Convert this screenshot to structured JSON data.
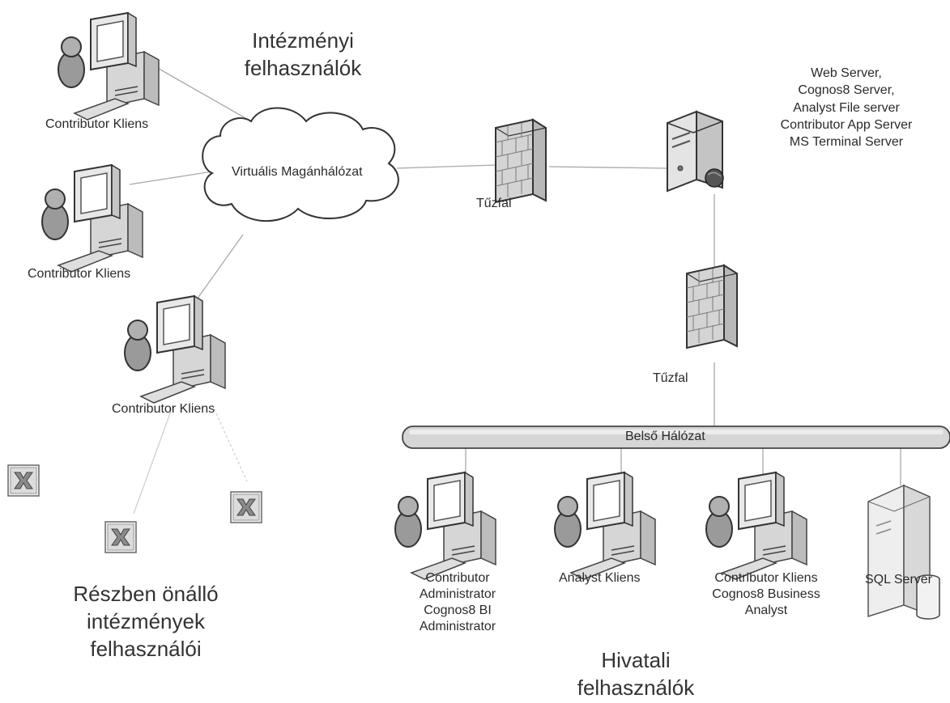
{
  "labels": {
    "inst_title_1": "Intézményi",
    "inst_title_2": "felhasználók",
    "client_a": "Contributor Kliens",
    "client_b": "Contributor Kliens",
    "client_c": "Contributor Kliens",
    "vpn": "Virtuális Magánhálózat",
    "firewall_1": "Tűzfal",
    "firewall_2": "Tűzfal",
    "server_roles": [
      "Web Server,",
      "Cognos8 Server,",
      "Analyst File server",
      "Contributor App Server",
      "MS Terminal Server"
    ],
    "internal_network": "Belső Hálózat",
    "office_1": "Contributor\nAdministrator\nCognos8 BI\nAdministrator",
    "office_2": "Analyst Kliens",
    "office_3": "Contributor Kliens\nCognos8 Business\nAnalyst",
    "sql": "SQL Server",
    "partial_1": "Részben önálló",
    "partial_2": "intézmények",
    "partial_3": "felhasználói",
    "office_title_1": "Hivatali",
    "office_title_2": "felhasználók"
  },
  "icons": {
    "workstation": "user-workstation-icon",
    "cloud": "cloud-icon",
    "firewall": "firewall-icon",
    "server": "server-icon",
    "database_server": "database-server-icon",
    "excel_file": "excel-file-icon"
  },
  "colors": {
    "line": "#a8a8a8",
    "icon_fill": "#e3e3e3",
    "icon_dark": "#555555",
    "brick": "#cfcfcf"
  }
}
